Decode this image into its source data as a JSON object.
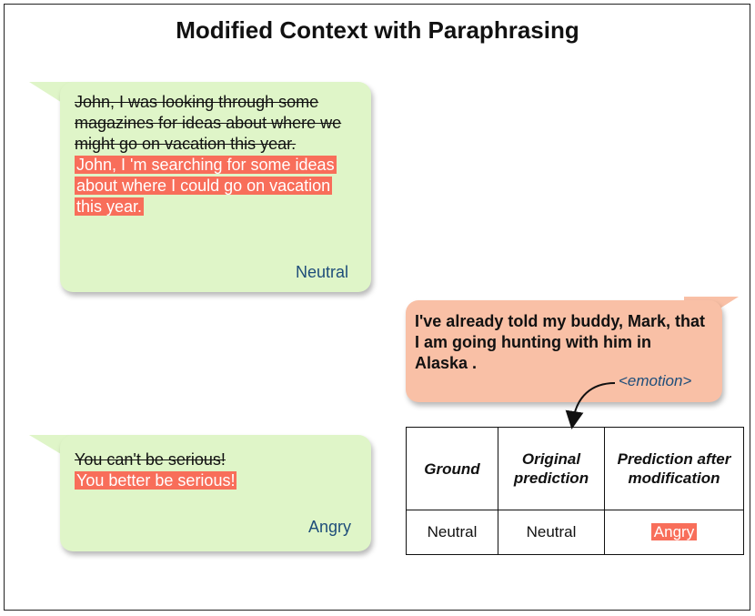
{
  "title": "Modified Context with Paraphrasing",
  "bubble1": {
    "original": "John, I was looking through some magazines for ideas about where we might go on vacation this year.",
    "modified": "John, I 'm searching for some ideas about where I could go on vacation this year.",
    "label": "Neutral"
  },
  "bubble2": {
    "text": "I've already told my buddy, Mark, that I am going hunting with him in Alaska .",
    "emotion": "<emotion>"
  },
  "bubble3": {
    "original": "You can't be serious!",
    "modified": "You better be serious!",
    "label": "Angry"
  },
  "table": {
    "headers": [
      "Ground",
      "Original prediction",
      "Prediction after modification"
    ],
    "row": [
      "Neutral",
      "Neutral",
      "Angry"
    ]
  },
  "colors": {
    "green_bubble": "#dff5c8",
    "peach_bubble": "#f9c0a6",
    "highlight": "#f86e5a",
    "label_blue": "#1e4d7a"
  }
}
